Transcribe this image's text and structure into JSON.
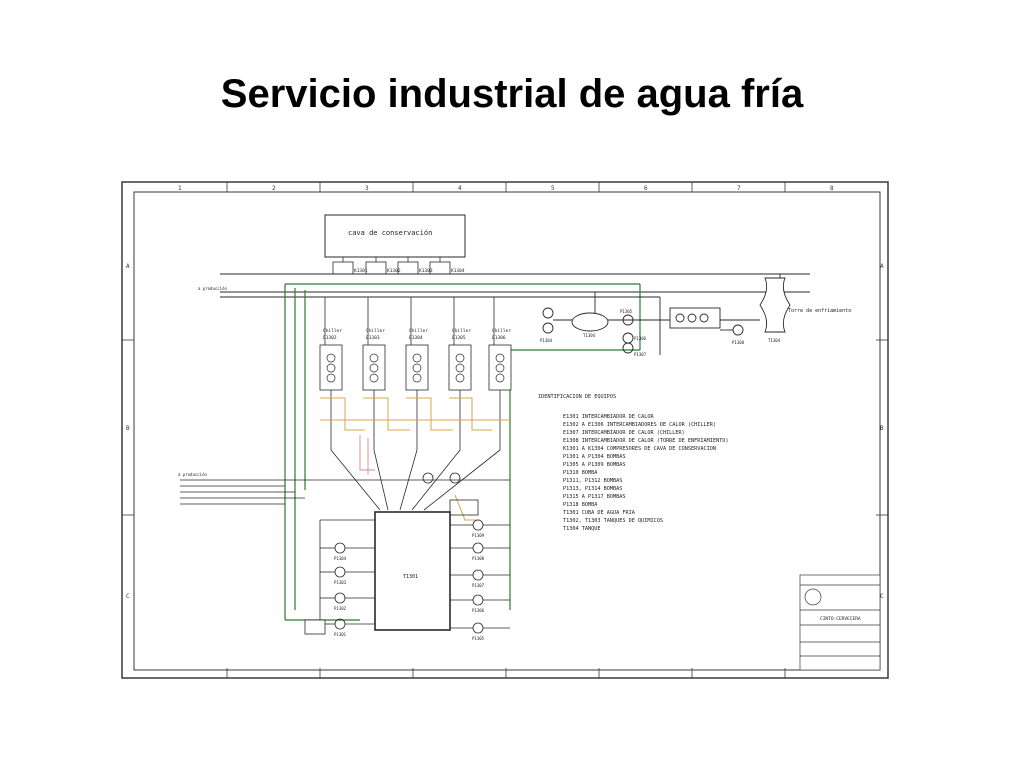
{
  "slide": {
    "title": "Servicio industrial de agua fría",
    "bullet": "."
  },
  "diagram": {
    "cava_label": "cava de conservación",
    "compressors": [
      "K1301",
      "K1302",
      "K1303",
      "K1304"
    ],
    "chillers": [
      {
        "label": "Chiller",
        "id": "E1302"
      },
      {
        "label": "Chiller",
        "id": "E1303"
      },
      {
        "label": "Chiller",
        "id": "E1304"
      },
      {
        "label": "Chiller",
        "id": "E1305"
      },
      {
        "label": "Chiller",
        "id": "E1306"
      }
    ],
    "torre_label": "Torre de enfriamiento",
    "tanks": {
      "main": "T1301",
      "t1304": "T1304",
      "torre": "T1304"
    },
    "top_pumps": [
      "P1304",
      "P1305",
      "P1306",
      "P1307",
      "P1308"
    ],
    "left_pumps": [
      "P1304",
      "P1303",
      "P1302",
      "P1301"
    ],
    "right_pumps": [
      "P1309",
      "P1308",
      "P1307",
      "P1306",
      "P1305"
    ],
    "left_inputs": {
      "produccion": "a producción"
    },
    "grid_rows": [
      "A",
      "B",
      "C"
    ],
    "grid_cols": [
      "1",
      "2",
      "3",
      "4",
      "5",
      "6",
      "7",
      "8"
    ],
    "legend": {
      "title": "IDENTIFICACION DE EQUIPOS",
      "items": [
        "E1301 INTERCAMBIADOR DE CALOR",
        "E1302 A E1306 INTERCAMBIADORES DE CALOR (CHILLER)",
        "E1307 INTERCAMBIADOR DE CALOR (CHILLER)",
        "E1308 INTERCAMBIADOR DE CALOR (TORRE DE ENFRIAMIENTO)",
        "K1301 A K1304 COMPRESORES DE CAVA DE CONSERVACION",
        "P1301 A P1304 BOMBAS",
        "P1305 A P1309 BOMBAS",
        "P1310 BOMBA",
        "P1311, P1312 BOMBAS",
        "P1313, P1314 BOMBAS",
        "P1315 A P1317 BOMBAS",
        "P1318 BOMBA",
        "T1301 CUBA DE AGUA FRIA",
        "T1302, T1303 TANQUES DE QUIMICOS",
        "T1304 TANQUE"
      ]
    },
    "title_block": {
      "name": "CINTO-CERVECERA"
    },
    "colors": {
      "line": "#2a2a2a",
      "green": "#2f7a2f",
      "orange": "#d9a44a",
      "border": "#3a3a3a"
    }
  }
}
